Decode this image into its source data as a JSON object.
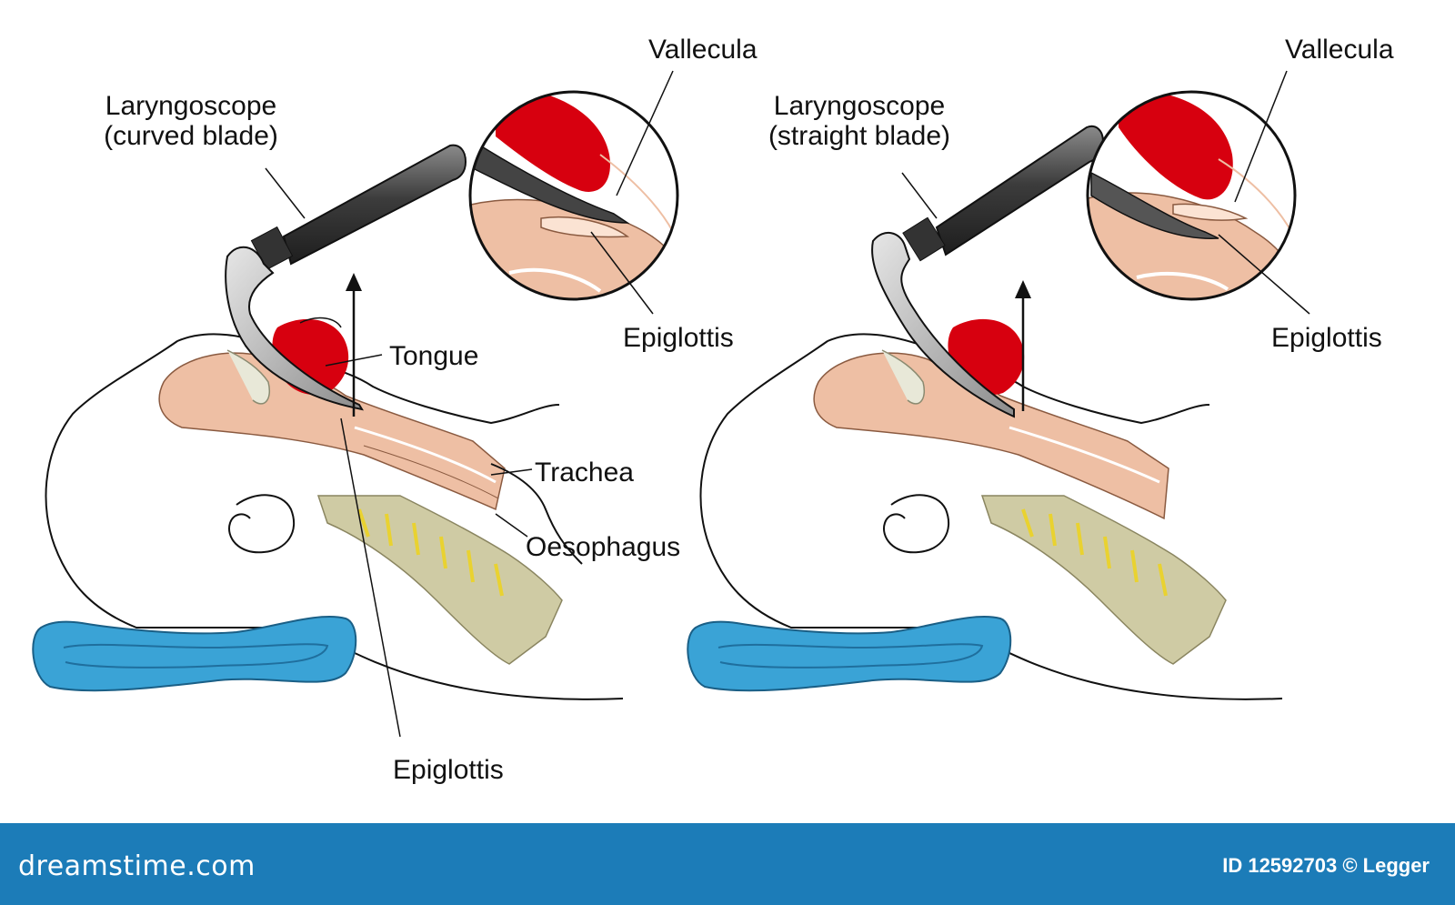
{
  "panels": {
    "left": {
      "instrument_label": [
        "Laryngoscope",
        "(curved blade)"
      ],
      "vallecula": "Vallecula",
      "epiglottis_inset": "Epiglottis",
      "tongue": "Tongue",
      "trachea": "Trachea",
      "oesophagus": "Oesophagus",
      "epiglottis_bottom": "Epiglottis"
    },
    "right": {
      "instrument_label": [
        "Laryngoscope",
        "(straight blade)"
      ],
      "vallecula": "Vallecula",
      "epiglottis_inset": "Epiglottis"
    }
  },
  "colors": {
    "tongue": "#d7000f",
    "tissue": "#eebfa4",
    "pillow": "#3aa3d6",
    "spine": "#cfcba4",
    "disc": "#e9d230",
    "scope": "#555555",
    "footer": "#1c7cb8"
  },
  "footer": {
    "logo": "dreamstime.com",
    "id_text": "ID 12592703 © Legger"
  }
}
